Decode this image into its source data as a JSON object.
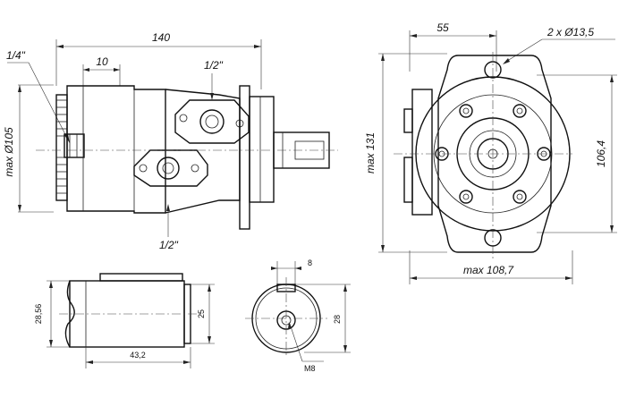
{
  "dimensions": {
    "overall_length": "140",
    "flange_offset": "10",
    "port_top": "1/4\"",
    "port_a": "1/2\"",
    "port_b": "1/2\"",
    "body_dia": "max Ø105",
    "bolt_spacing": "55",
    "bolt_holes": "2 x Ø13,5",
    "height": "max 131",
    "pilot_spacing": "106,4",
    "width": "max 108,7",
    "shaft_dia": "28,56",
    "key_width": "25",
    "shaft_length": "43,2",
    "key_slot": "8",
    "shaft_height": "28",
    "thread": "M8"
  }
}
